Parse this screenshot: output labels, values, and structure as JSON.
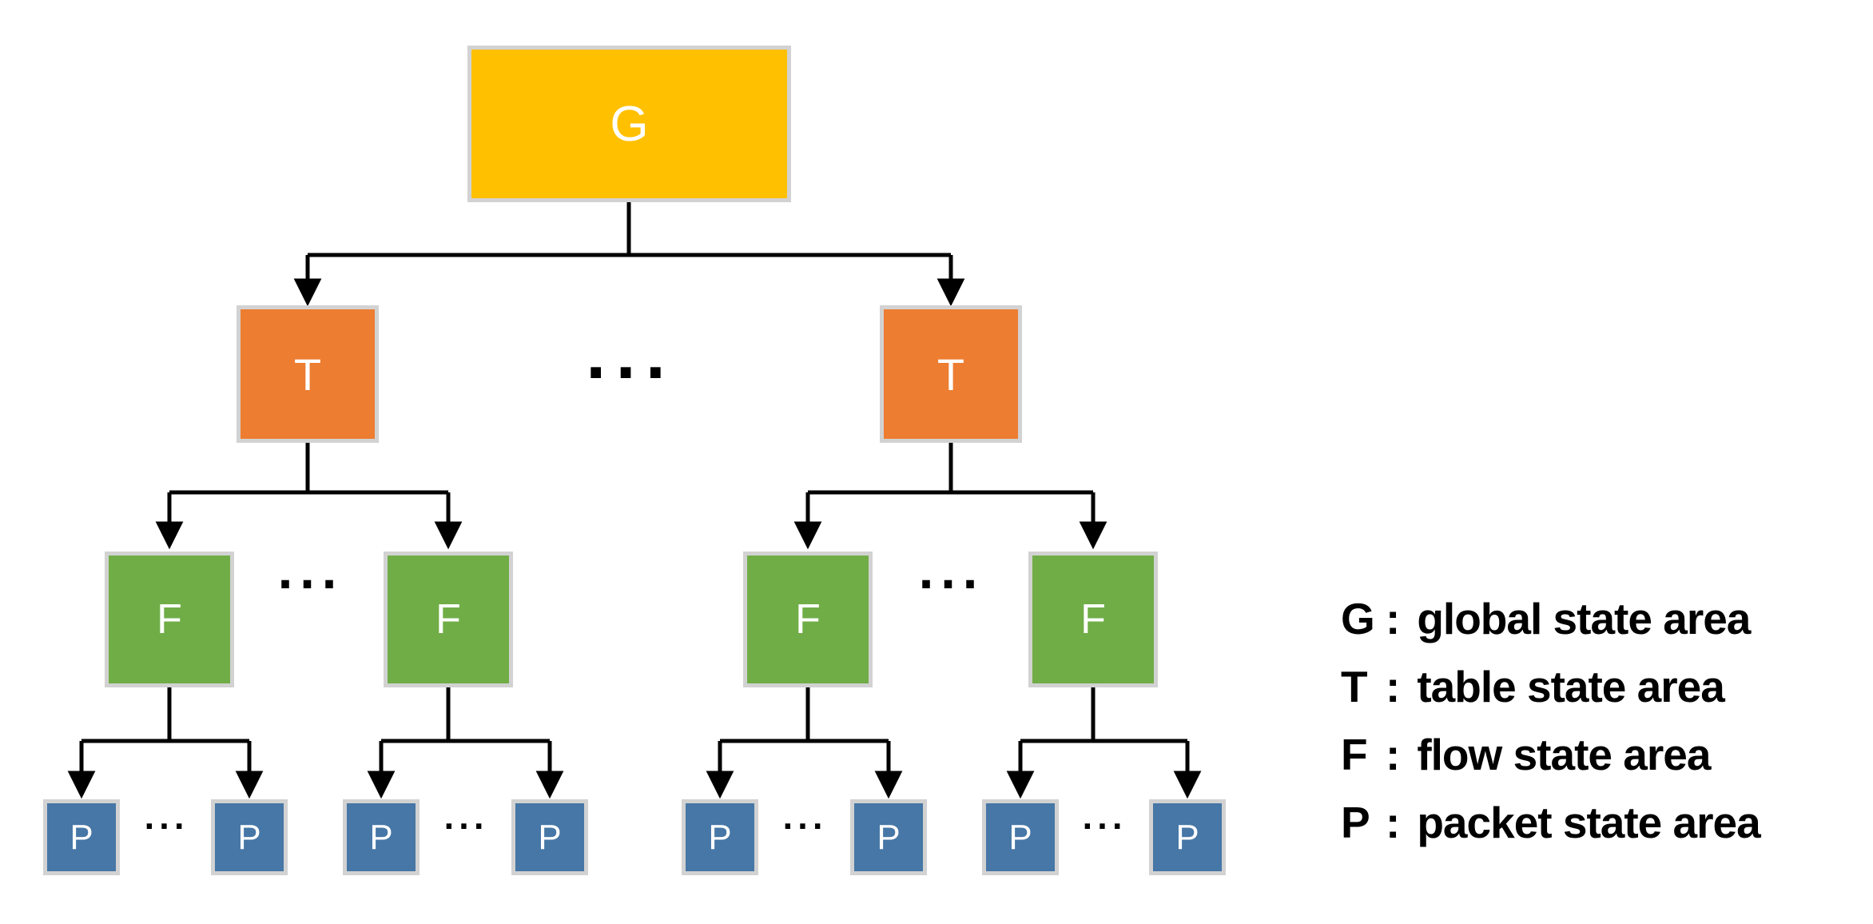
{
  "diagram": {
    "nodes": {
      "root": {
        "label": "G"
      },
      "tables": [
        {
          "label": "T"
        },
        {
          "label": "T"
        }
      ],
      "flows": [
        {
          "label": "F"
        },
        {
          "label": "F"
        },
        {
          "label": "F"
        },
        {
          "label": "F"
        }
      ],
      "packets": [
        {
          "label": "P"
        },
        {
          "label": "P"
        },
        {
          "label": "P"
        },
        {
          "label": "P"
        },
        {
          "label": "P"
        },
        {
          "label": "P"
        },
        {
          "label": "P"
        },
        {
          "label": "P"
        }
      ]
    },
    "ellipsis": "...",
    "colors": {
      "global": "#FFC000",
      "table": "#ED7D31",
      "flow": "#70AD47",
      "packet": "#4677A6",
      "node_border": "#D2D2D2",
      "node_text": "#FFFFFF",
      "connector": "#000000",
      "dots": "#000000",
      "legend_text": "#000000"
    }
  },
  "legend": {
    "colon": ":",
    "items": [
      {
        "symbol": "G",
        "description": "global state area"
      },
      {
        "symbol": "T",
        "description": "table state area"
      },
      {
        "symbol": "F",
        "description": "flow state area"
      },
      {
        "symbol": "P",
        "description": "packet state area"
      }
    ]
  }
}
